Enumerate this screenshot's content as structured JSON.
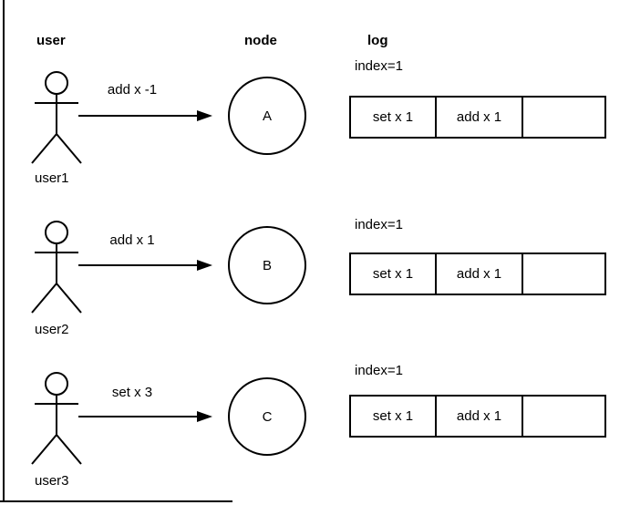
{
  "colors": {
    "background": "#ffffff",
    "stroke": "#000000",
    "text": "#000000"
  },
  "headers": {
    "user": "user",
    "node": "node",
    "log": "log"
  },
  "rows": [
    {
      "user_label": "user1",
      "message": "add x -1",
      "node": "A",
      "log_index": "index=1",
      "log_cells": [
        "set x 1",
        "add x 1",
        ""
      ]
    },
    {
      "user_label": "user2",
      "message": "add x 1",
      "node": "B",
      "log_index": "index=1",
      "log_cells": [
        "set x 1",
        "add x 1",
        ""
      ]
    },
    {
      "user_label": "user3",
      "message": "set x 3",
      "node": "C",
      "log_index": "index=1",
      "log_cells": [
        "set x 1",
        "add x 1",
        ""
      ]
    }
  ]
}
